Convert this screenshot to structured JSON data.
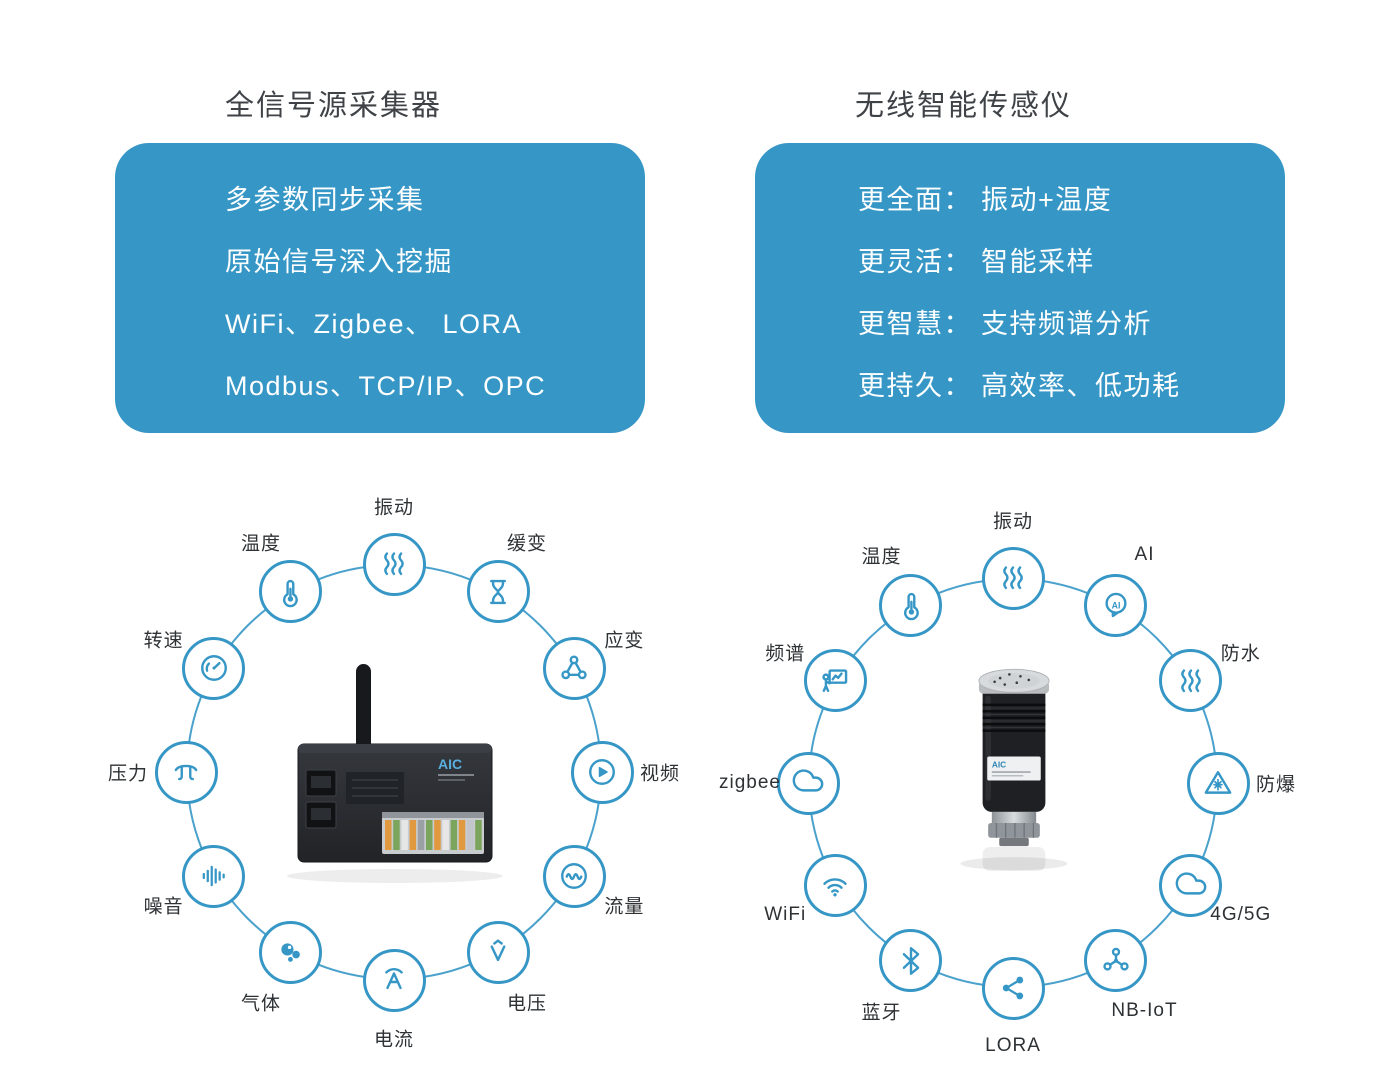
{
  "accent_color": "#3697c6",
  "left_panel": {
    "title": "全信号源采集器",
    "features": [
      "多参数同步采集",
      "原始信号深入挖掘",
      "WiFi、Zigbee、 LORA",
      "Modbus、TCP/IP、OPC"
    ],
    "device_label": "AIC",
    "ring": [
      {
        "label": "振动",
        "icon": "vibration"
      },
      {
        "label": "缓变",
        "icon": "hourglass"
      },
      {
        "label": "应变",
        "icon": "strain"
      },
      {
        "label": "视频",
        "icon": "video"
      },
      {
        "label": "流量",
        "icon": "flow"
      },
      {
        "label": "电压",
        "icon": "voltage"
      },
      {
        "label": "电流",
        "icon": "current"
      },
      {
        "label": "气体",
        "icon": "gas"
      },
      {
        "label": "噪音",
        "icon": "noise"
      },
      {
        "label": "压力",
        "icon": "pressure"
      },
      {
        "label": "转速",
        "icon": "gauge"
      },
      {
        "label": "温度",
        "icon": "temperature"
      }
    ]
  },
  "right_panel": {
    "title": "无线智能传感仪",
    "features": [
      "更全面： 振动+温度",
      "更灵活： 智能采样",
      "更智慧： 支持频谱分析",
      "更持久： 高效率、低功耗"
    ],
    "device_label": "AIC",
    "ring": [
      {
        "label": "振动",
        "icon": "vibration"
      },
      {
        "label": "AI",
        "icon": "ai"
      },
      {
        "label": "防水",
        "icon": "waterproof"
      },
      {
        "label": "防爆",
        "icon": "explosion"
      },
      {
        "label": "4G/5G",
        "icon": "cloud"
      },
      {
        "label": "NB-IoT",
        "icon": "network"
      },
      {
        "label": "LORA",
        "icon": "share"
      },
      {
        "label": "蓝牙",
        "icon": "bluetooth"
      },
      {
        "label": "WiFi",
        "icon": "wifi"
      },
      {
        "label": "zigbee",
        "icon": "cloud"
      },
      {
        "label": "频谱",
        "icon": "spectrum"
      },
      {
        "label": "温度",
        "icon": "temperature"
      }
    ]
  }
}
